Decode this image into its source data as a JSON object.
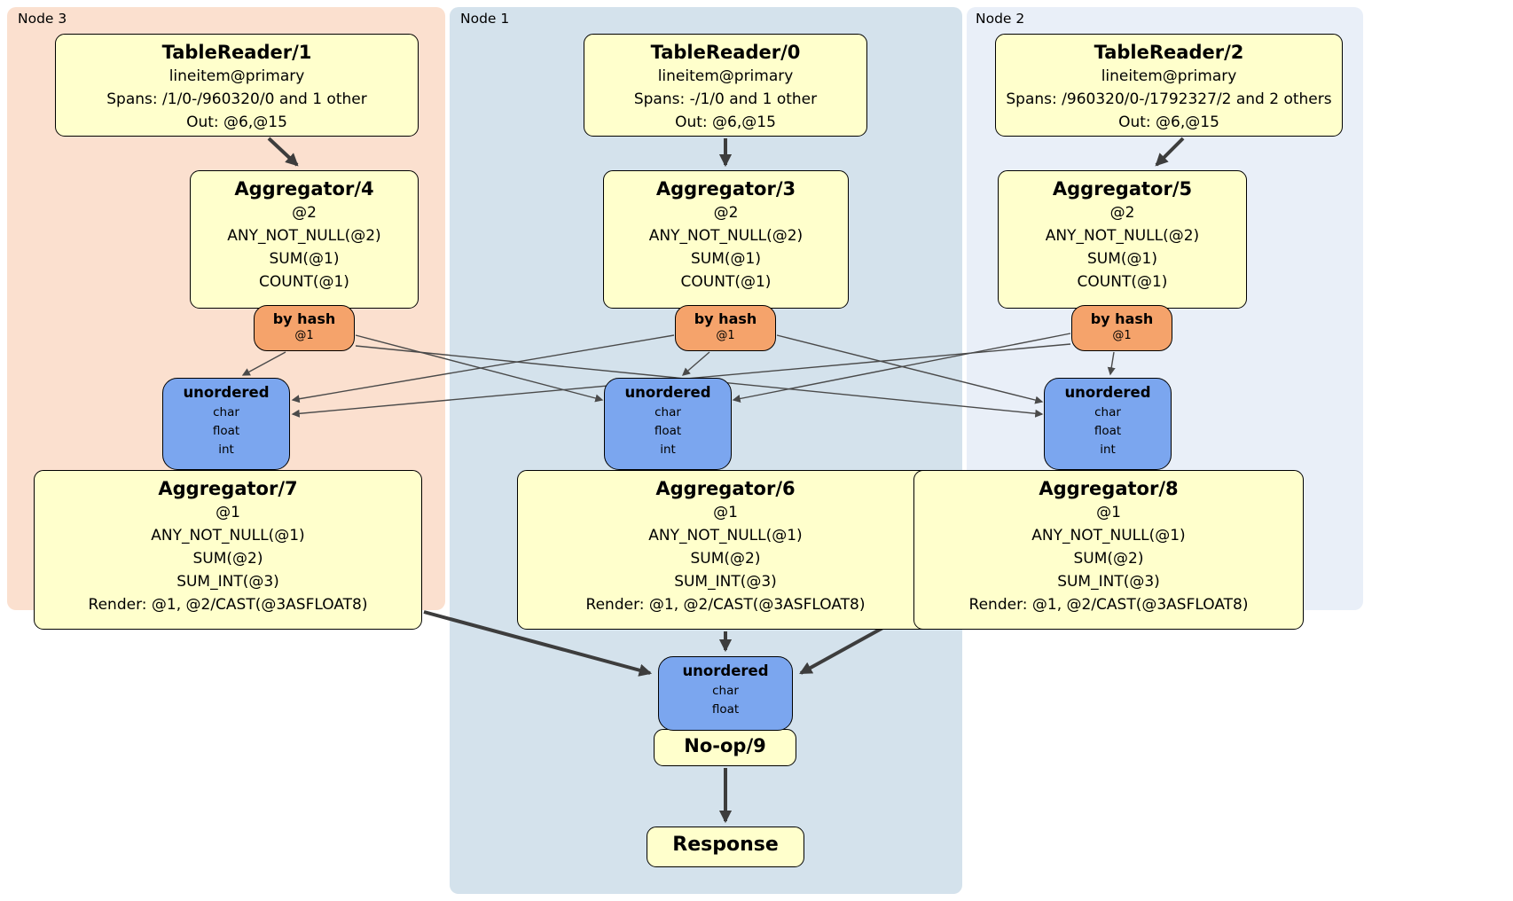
{
  "diagram": {
    "kind": "distributed-sql-plan",
    "colors": {
      "node3_region": "#fbe0cf",
      "node1_region": "#d4e2ec",
      "node2_region": "#e9eff8",
      "processor_box": "#ffffcc",
      "hash_router": "#f5a36b",
      "sync_box": "#7ba6ef",
      "edge": "#3d3d3d"
    }
  },
  "regions": {
    "node3": {
      "label": "Node 3"
    },
    "node1": {
      "label": "Node 1"
    },
    "node2": {
      "label": "Node 2"
    }
  },
  "processors": {
    "tr1": {
      "title": "TableReader/1",
      "lines": [
        "lineitem@primary",
        "Spans: /1/0-/960320/0 and 1 other",
        "Out: @6,@15"
      ]
    },
    "tr0": {
      "title": "TableReader/0",
      "lines": [
        "lineitem@primary",
        "Spans: -/1/0 and 1 other",
        "Out: @6,@15"
      ]
    },
    "tr2": {
      "title": "TableReader/2",
      "lines": [
        "lineitem@primary",
        "Spans: /960320/0-/1792327/2 and 2 others",
        "Out: @6,@15"
      ]
    },
    "agg4": {
      "title": "Aggregator/4",
      "lines": [
        "@2",
        "ANY_NOT_NULL(@2)",
        "SUM(@1)",
        "COUNT(@1)"
      ]
    },
    "agg3": {
      "title": "Aggregator/3",
      "lines": [
        "@2",
        "ANY_NOT_NULL(@2)",
        "SUM(@1)",
        "COUNT(@1)"
      ]
    },
    "agg5": {
      "title": "Aggregator/5",
      "lines": [
        "@2",
        "ANY_NOT_NULL(@2)",
        "SUM(@1)",
        "COUNT(@1)"
      ]
    },
    "agg7": {
      "title": "Aggregator/7",
      "lines": [
        "@1",
        "ANY_NOT_NULL(@1)",
        "SUM(@2)",
        "SUM_INT(@3)",
        "Render: @1, @2/CAST(@3ASFLOAT8)"
      ]
    },
    "agg6": {
      "title": "Aggregator/6",
      "lines": [
        "@1",
        "ANY_NOT_NULL(@1)",
        "SUM(@2)",
        "SUM_INT(@3)",
        "Render: @1, @2/CAST(@3ASFLOAT8)"
      ]
    },
    "agg8": {
      "title": "Aggregator/8",
      "lines": [
        "@1",
        "ANY_NOT_NULL(@1)",
        "SUM(@2)",
        "SUM_INT(@3)",
        "Render: @1, @2/CAST(@3ASFLOAT8)"
      ]
    },
    "noop": {
      "title": "No-op/9"
    },
    "response": {
      "title": "Response"
    }
  },
  "routers": {
    "byhash3": {
      "title": "by hash",
      "lines": [
        "@1"
      ]
    },
    "byhash1": {
      "title": "by hash",
      "lines": [
        "@1"
      ]
    },
    "byhash2": {
      "title": "by hash",
      "lines": [
        "@1"
      ]
    }
  },
  "syncs": {
    "unordered3": {
      "title": "unordered",
      "lines": [
        "char",
        "float",
        "int"
      ]
    },
    "unordered1": {
      "title": "unordered",
      "lines": [
        "char",
        "float",
        "int"
      ]
    },
    "unordered2": {
      "title": "unordered",
      "lines": [
        "char",
        "float",
        "int"
      ]
    },
    "unorderedC": {
      "title": "unordered",
      "lines": [
        "char",
        "float"
      ]
    }
  }
}
